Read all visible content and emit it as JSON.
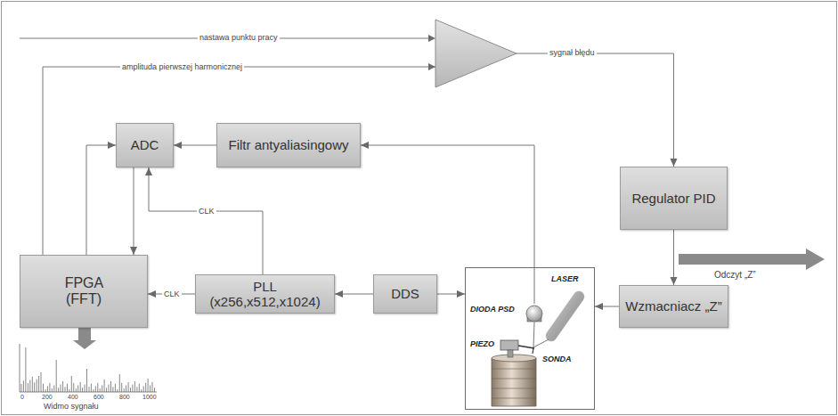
{
  "diagram": {
    "nodes": [
      {
        "text": [
          "ADC"
        ]
      },
      {
        "text": [
          "Filtr antyaliasingowy"
        ]
      },
      {
        "text": [
          "FPGA (FFT)"
        ]
      },
      {
        "text": [
          "PLL (x256,x512,x1024)"
        ]
      },
      {
        "text": [
          "DDS"
        ]
      },
      {
        "text": [
          "LASER",
          "DIODA PSD",
          "PIEZO",
          "SONDA"
        ]
      },
      {
        "text": [
          "Regulator PID"
        ]
      },
      {
        "text": [
          "Wzmacniacz „Z”"
        ]
      }
    ],
    "edges": [
      {
        "from": 1,
        "to": 0,
        "arrow": "to"
      },
      {
        "from": 5,
        "to": 1,
        "arrow": "to"
      },
      {
        "from": 2,
        "to": 0,
        "arrow": "to"
      },
      {
        "from": 0,
        "to": 2,
        "arrow": "to"
      },
      {
        "from": 3,
        "to": 0,
        "arrow": "to",
        "label": "CLK"
      },
      {
        "from": 3,
        "to": 2,
        "arrow": "to",
        "label": "CLK"
      },
      {
        "from": 4,
        "to": 3,
        "arrow": "to"
      },
      {
        "from": 4,
        "to": 5,
        "arrow": "to"
      },
      {
        "from": 2,
        "to": 6,
        "arrow": "to",
        "label": "amplituda pierwszej harmonicznej"
      },
      {
        "from": 6,
        "to": 7,
        "arrow": "to"
      },
      {
        "from": 7,
        "to": 5,
        "arrow": "to"
      }
    ],
    "labels": [
      "nastawa punktu pracy",
      "sygnał błędu",
      "Odczyt „Z”",
      "0",
      "200",
      "400",
      "600",
      "800",
      "1000",
      "Widmo sygnału"
    ]
  }
}
